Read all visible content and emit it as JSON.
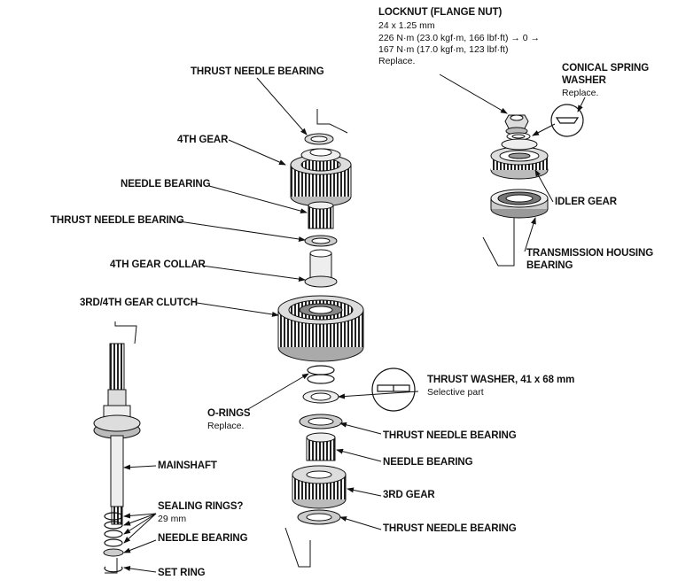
{
  "labels": {
    "locknut_title": "LOCKNUT (FLANGE NUT)",
    "locknut_size": "24 x 1.25 mm",
    "locknut_torque1": "226 N·m (23.0 kgf·m, 166 lbf·ft) → 0 →",
    "locknut_torque2": "167 N·m (17.0 kgf·m, 123 lbf·ft)",
    "locknut_note": "Replace.",
    "conical_line1": "CONICAL SPRING",
    "conical_line2": "WASHER",
    "conical_note": "Replace.",
    "idler_gear": "IDLER GEAR",
    "housing_line1": "TRANSMISSION HOUSING",
    "housing_line2": "BEARING",
    "thrust_top": "THRUST NEEDLE BEARING",
    "fourth_gear": "4TH GEAR",
    "needle_upper": "NEEDLE BEARING",
    "thrust_upper": "THRUST NEEDLE BEARING",
    "fourth_collar": "4TH GEAR COLLAR",
    "clutch": "3RD/4TH GEAR CLUTCH",
    "thrust_washer": "THRUST WASHER, 41 x 68 mm",
    "thrust_washer_note": "Selective part",
    "orings": "O-RINGS",
    "orings_note": "Replace.",
    "thrust_mid": "THRUST NEEDLE BEARING",
    "needle_mid": "NEEDLE BEARING",
    "third_gear": "3RD GEAR",
    "thrust_bottom": "THRUST NEEDLE BEARING",
    "mainshaft": "MAINSHAFT",
    "sealing_rings": "SEALING RINGS?",
    "sealing_size": "29 mm",
    "needle_low": "NEEDLE BEARING",
    "set_ring": "SET RING"
  },
  "colors": {
    "line": "#111111",
    "fill": "#ffffff",
    "shade": "#cfcfcf",
    "dark": "#555555"
  }
}
